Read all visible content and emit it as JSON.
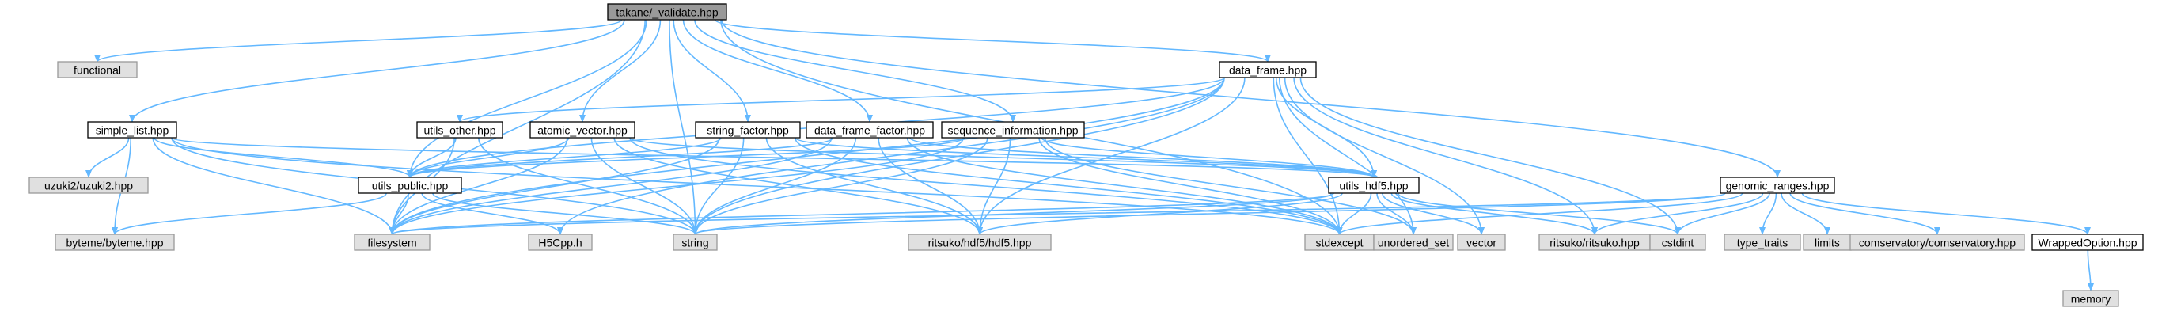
{
  "colors": {
    "root_fill": "#999999",
    "local_fill": "#ffffff",
    "local_stroke": "#000000",
    "external_fill": "#e0e0e0",
    "external_stroke": "#999999",
    "edge": "#63b8ff"
  },
  "nodes": [
    {
      "id": "validate",
      "label": "takane/_validate.hpp",
      "kind": "root"
    },
    {
      "id": "functional",
      "label": "functional",
      "kind": "external"
    },
    {
      "id": "data_frame",
      "label": "data_frame.hpp",
      "kind": "local"
    },
    {
      "id": "utils_other",
      "label": "utils_other.hpp",
      "kind": "local"
    },
    {
      "id": "atomic_vector",
      "label": "atomic_vector.hpp",
      "kind": "local"
    },
    {
      "id": "string_factor",
      "label": "string_factor.hpp",
      "kind": "local"
    },
    {
      "id": "data_frame_factor",
      "label": "data_frame_factor.hpp",
      "kind": "local"
    },
    {
      "id": "sequence_information",
      "label": "sequence_information.hpp",
      "kind": "local"
    },
    {
      "id": "simple_list",
      "label": "simple_list.hpp",
      "kind": "local"
    },
    {
      "id": "uzuki2",
      "label": "uzuki2/uzuki2.hpp",
      "kind": "external"
    },
    {
      "id": "utils_public",
      "label": "utils_public.hpp",
      "kind": "local"
    },
    {
      "id": "utils_hdf5",
      "label": "utils_hdf5.hpp",
      "kind": "local"
    },
    {
      "id": "genomic_ranges",
      "label": "genomic_ranges.hpp",
      "kind": "local"
    },
    {
      "id": "byteme",
      "label": "byteme/byteme.hpp",
      "kind": "external"
    },
    {
      "id": "filesystem",
      "label": "filesystem",
      "kind": "external"
    },
    {
      "id": "h5cpp",
      "label": "H5Cpp.h",
      "kind": "external"
    },
    {
      "id": "string",
      "label": "string",
      "kind": "external"
    },
    {
      "id": "ritsuko_hdf5",
      "label": "ritsuko/hdf5/hdf5.hpp",
      "kind": "external"
    },
    {
      "id": "stdexcept",
      "label": "stdexcept",
      "kind": "external"
    },
    {
      "id": "unordered_set",
      "label": "unordered_set",
      "kind": "external"
    },
    {
      "id": "vector",
      "label": "vector",
      "kind": "external"
    },
    {
      "id": "ritsuko",
      "label": "ritsuko/ritsuko.hpp",
      "kind": "external"
    },
    {
      "id": "cstdint",
      "label": "cstdint",
      "kind": "external"
    },
    {
      "id": "type_traits",
      "label": "type_traits",
      "kind": "external"
    },
    {
      "id": "limits",
      "label": "limits",
      "kind": "external"
    },
    {
      "id": "comservatory",
      "label": "comservatory/comservatory.hpp",
      "kind": "external"
    },
    {
      "id": "wrapped_option",
      "label": "WrappedOption.hpp",
      "kind": "local"
    },
    {
      "id": "memory",
      "label": "memory",
      "kind": "external"
    }
  ],
  "edges": [
    [
      "validate",
      "functional"
    ],
    [
      "validate",
      "simple_list"
    ],
    [
      "validate",
      "filesystem"
    ],
    [
      "validate",
      "utils_public"
    ],
    [
      "validate",
      "string"
    ],
    [
      "validate",
      "atomic_vector"
    ],
    [
      "validate",
      "string_factor"
    ],
    [
      "validate",
      "data_frame_factor"
    ],
    [
      "validate",
      "sequence_information"
    ],
    [
      "validate",
      "data_frame"
    ],
    [
      "validate",
      "genomic_ranges"
    ],
    [
      "validate",
      "stdexcept"
    ],
    [
      "data_frame",
      "utils_other"
    ],
    [
      "data_frame",
      "utils_public"
    ],
    [
      "data_frame",
      "filesystem"
    ],
    [
      "data_frame",
      "string"
    ],
    [
      "data_frame",
      "h5cpp"
    ],
    [
      "data_frame",
      "ritsuko_hdf5"
    ],
    [
      "data_frame",
      "utils_hdf5"
    ],
    [
      "data_frame",
      "stdexcept"
    ],
    [
      "data_frame",
      "unordered_set"
    ],
    [
      "data_frame",
      "vector"
    ],
    [
      "data_frame",
      "ritsuko"
    ],
    [
      "data_frame",
      "cstdint"
    ],
    [
      "utils_other",
      "utils_public"
    ],
    [
      "utils_other",
      "filesystem"
    ],
    [
      "utils_other",
      "string"
    ],
    [
      "atomic_vector",
      "utils_public"
    ],
    [
      "atomic_vector",
      "filesystem"
    ],
    [
      "atomic_vector",
      "string"
    ],
    [
      "atomic_vector",
      "ritsuko_hdf5"
    ],
    [
      "atomic_vector",
      "stdexcept"
    ],
    [
      "atomic_vector",
      "utils_hdf5"
    ],
    [
      "string_factor",
      "utils_public"
    ],
    [
      "string_factor",
      "filesystem"
    ],
    [
      "string_factor",
      "string"
    ],
    [
      "string_factor",
      "ritsuko_hdf5"
    ],
    [
      "string_factor",
      "utils_hdf5"
    ],
    [
      "string_factor",
      "stdexcept"
    ],
    [
      "data_frame_factor",
      "utils_public"
    ],
    [
      "data_frame_factor",
      "filesystem"
    ],
    [
      "data_frame_factor",
      "string"
    ],
    [
      "data_frame_factor",
      "ritsuko_hdf5"
    ],
    [
      "data_frame_factor",
      "utils_hdf5"
    ],
    [
      "data_frame_factor",
      "stdexcept"
    ],
    [
      "sequence_information",
      "utils_public"
    ],
    [
      "sequence_information",
      "filesystem"
    ],
    [
      "sequence_information",
      "string"
    ],
    [
      "sequence_information",
      "ritsuko_hdf5"
    ],
    [
      "sequence_information",
      "utils_hdf5"
    ],
    [
      "sequence_information",
      "stdexcept"
    ],
    [
      "sequence_information",
      "unordered_set"
    ],
    [
      "simple_list",
      "uzuki2"
    ],
    [
      "simple_list",
      "byteme"
    ],
    [
      "simple_list",
      "utils_public"
    ],
    [
      "simple_list",
      "filesystem"
    ],
    [
      "simple_list",
      "string"
    ],
    [
      "simple_list",
      "stdexcept"
    ],
    [
      "simple_list",
      "utils_hdf5"
    ],
    [
      "utils_public",
      "byteme"
    ],
    [
      "utils_public",
      "filesystem"
    ],
    [
      "utils_public",
      "h5cpp"
    ],
    [
      "utils_public",
      "string"
    ],
    [
      "utils_hdf5",
      "filesystem"
    ],
    [
      "utils_hdf5",
      "string"
    ],
    [
      "utils_hdf5",
      "ritsuko_hdf5"
    ],
    [
      "utils_hdf5",
      "stdexcept"
    ],
    [
      "utils_hdf5",
      "unordered_set"
    ],
    [
      "utils_hdf5",
      "vector"
    ],
    [
      "utils_hdf5",
      "ritsuko"
    ],
    [
      "utils_hdf5",
      "cstdint"
    ],
    [
      "genomic_ranges",
      "filesystem"
    ],
    [
      "genomic_ranges",
      "string"
    ],
    [
      "genomic_ranges",
      "stdexcept"
    ],
    [
      "genomic_ranges",
      "ritsuko"
    ],
    [
      "genomic_ranges",
      "cstdint"
    ],
    [
      "genomic_ranges",
      "type_traits"
    ],
    [
      "genomic_ranges",
      "limits"
    ],
    [
      "genomic_ranges",
      "comservatory"
    ],
    [
      "genomic_ranges",
      "wrapped_option"
    ],
    [
      "wrapped_option",
      "memory"
    ]
  ]
}
